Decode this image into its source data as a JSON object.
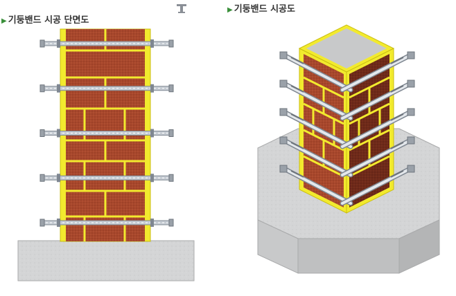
{
  "captions": {
    "section": "기둥밴드 시공 단면도",
    "construction": "기둥밴드 시공도"
  },
  "colors": {
    "brick": "#a8472c",
    "brick_dark": "#6e2a1a",
    "frame": "#f2ea2e",
    "band": "#c6ccd3",
    "band_dark": "#7f8791",
    "footing": "#d2d3d4",
    "footing_dark": "#a9aaab",
    "caption_marker": "#3a8f3a"
  },
  "icons": {
    "caption_marker": "triangle-right-icon",
    "small_marker": "t-bracket-icon"
  },
  "section_view": {
    "band_count": 5
  },
  "construction_view": {
    "band_count": 5
  }
}
